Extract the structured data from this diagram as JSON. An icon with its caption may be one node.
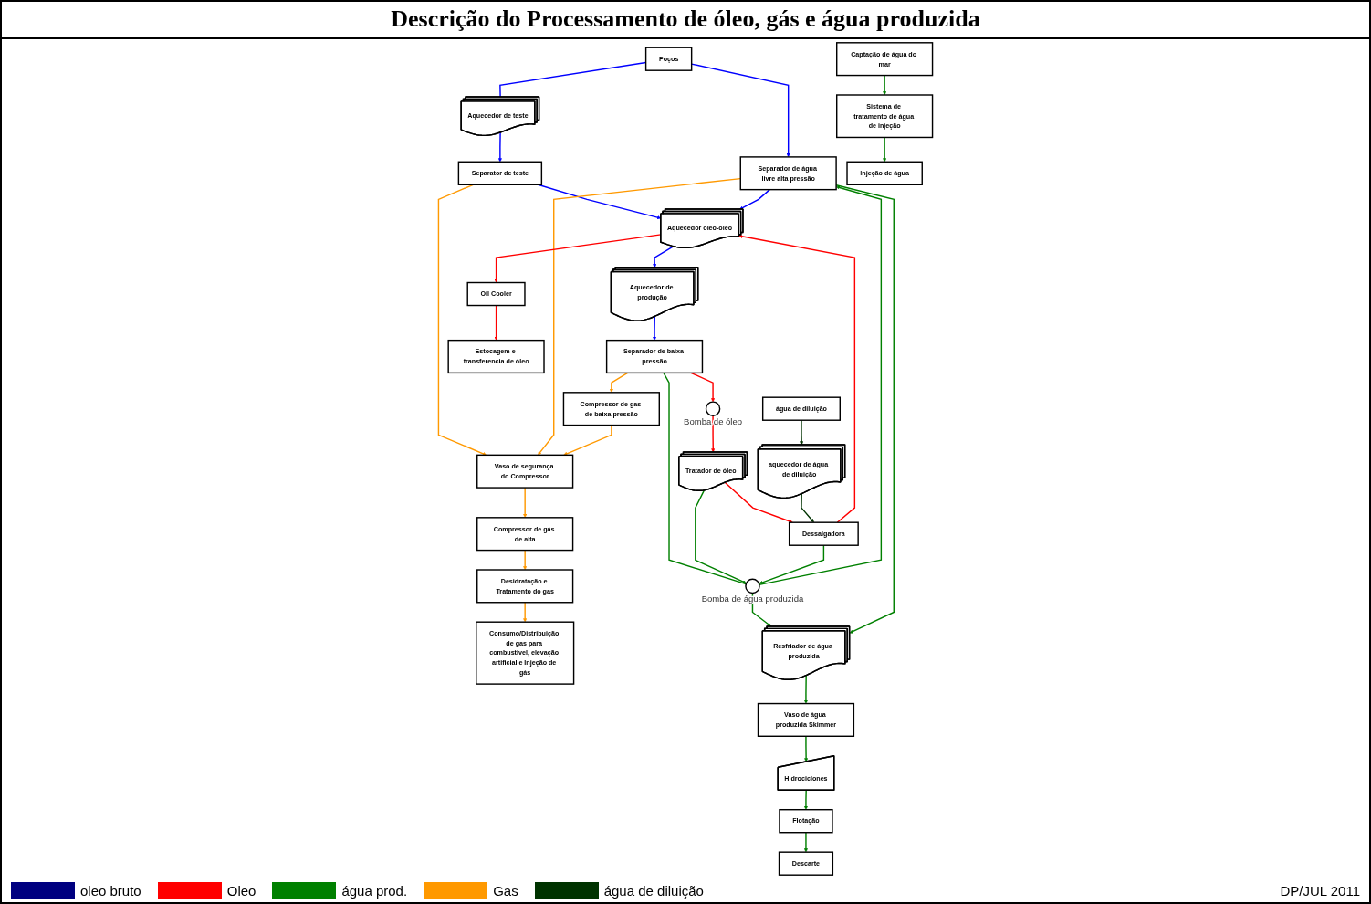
{
  "diagram": {
    "title": "Descrição do Processamento de óleo, gás e água produzida",
    "nodes": [
      {
        "text": [
          "Separator de teste"
        ]
      },
      {
        "text": [
          "Aquecedor de teste"
        ]
      },
      {
        "text": [
          "Poços"
        ]
      },
      {
        "text": [
          "Separador de água livre alta pressão"
        ]
      },
      {
        "text": [
          "Aquecedor óleo-óleo"
        ]
      },
      {
        "text": [
          "Aquecedor de produção"
        ]
      },
      {
        "text": [
          "Separador de baixa pressão"
        ]
      },
      {
        "text": [
          "Vaso de segurança do Compressor"
        ]
      },
      {
        "text": [
          "Compressor de gás de alta"
        ]
      },
      {
        "text": [
          "Desidratação e Tratamento do gas"
        ]
      },
      {
        "text": [
          "Compressor de gas de baixa pressão"
        ]
      },
      {
        "text": [
          "Consumo/Distribuição de gas para combustivel, elevação artificial e Injeção de gás"
        ]
      },
      {
        "text": [],
        "shape": "circle",
        "beside": [
          "Bomba de água produzida"
        ]
      },
      {
        "text": [],
        "shape": "circle",
        "beside": [
          "Bomba de óleo"
        ]
      },
      {
        "text": [
          "água de diluição"
        ]
      },
      {
        "text": [
          "aquecedor de água de diluição"
        ]
      },
      {
        "text": [
          "Resfriador de água produzida"
        ]
      },
      {
        "text": [
          "Oil Cooler"
        ]
      },
      {
        "text": [
          "Estocagem e transferencia de óleo"
        ]
      },
      {
        "text": [
          "Tratador de óleo"
        ]
      },
      {
        "text": [
          "Dessalgadora"
        ]
      },
      {
        "text": [
          "Hidrociclones"
        ]
      },
      {
        "text": [
          "Vaso de água produzida Skimmer"
        ]
      },
      {
        "text": [
          "Flotação"
        ]
      },
      {
        "text": [
          "Descarte"
        ]
      },
      {
        "text": [
          "Captação de água do mar"
        ]
      },
      {
        "text": [
          "Sistema de tratamento de água de injeção"
        ]
      },
      {
        "text": [
          "Injeção de água"
        ]
      }
    ],
    "edges": [
      {
        "from": 2,
        "to": 3,
        "arrow": "to",
        "color": "#0000ff"
      },
      {
        "from": 2,
        "to": 1,
        "arrow": "none",
        "color": "#0000ff"
      },
      {
        "from": 1,
        "to": 0,
        "arrow": "to",
        "color": "#0000ff"
      },
      {
        "from": 0,
        "to": 4,
        "arrow": "to",
        "color": "#0000ff"
      },
      {
        "from": 3,
        "to": 4,
        "arrow": "to",
        "color": "#0000ff"
      },
      {
        "from": 4,
        "to": 5,
        "arrow": "to",
        "color": "#0000ff"
      },
      {
        "from": 5,
        "to": 6,
        "arrow": "to",
        "color": "#0000ff"
      },
      {
        "from": 0,
        "to": 7,
        "arrow": "to",
        "color": "#ff9900"
      },
      {
        "from": 3,
        "to": 7,
        "arrow": "to",
        "color": "#ff9900"
      },
      {
        "from": 6,
        "to": 10,
        "arrow": "to",
        "color": "#ff9900"
      },
      {
        "from": 10,
        "to": 7,
        "arrow": "to",
        "color": "#ff9900"
      },
      {
        "from": 7,
        "to": 8,
        "arrow": "to",
        "color": "#ff9900"
      },
      {
        "from": 8,
        "to": 9,
        "arrow": "to",
        "color": "#ff9900"
      },
      {
        "from": 9,
        "to": 11,
        "arrow": "to",
        "color": "#ff9900"
      },
      {
        "from": 4,
        "to": 17,
        "arrow": "to",
        "color": "#ff0000"
      },
      {
        "from": 17,
        "to": 18,
        "arrow": "to",
        "color": "#ff0000"
      },
      {
        "from": 6,
        "to": 13,
        "arrow": "to",
        "color": "#ff0000"
      },
      {
        "from": 13,
        "to": 19,
        "arrow": "to",
        "color": "#ff0000"
      },
      {
        "from": 19,
        "to": 20,
        "arrow": "to",
        "color": "#ff0000"
      },
      {
        "from": 20,
        "to": 4,
        "arrow": "to",
        "color": "#ff0000"
      },
      {
        "from": 6,
        "to": 12,
        "arrow": "none",
        "color": "#008000"
      },
      {
        "from": 19,
        "to": 12,
        "arrow": "to",
        "color": "#008000"
      },
      {
        "from": 20,
        "to": 12,
        "arrow": "to",
        "color": "#008000"
      },
      {
        "from": 12,
        "to": 3,
        "arrow": "to",
        "color": "#008000"
      },
      {
        "from": 12,
        "to": 16,
        "arrow": "to",
        "color": "#008000"
      },
      {
        "from": 3,
        "to": 16,
        "arrow": "to",
        "color": "#008000"
      },
      {
        "from": 14,
        "to": 15,
        "arrow": "to",
        "color": "#003300"
      },
      {
        "from": 15,
        "to": 20,
        "arrow": "to",
        "color": "#003300"
      },
      {
        "from": 16,
        "to": 22,
        "arrow": "to",
        "color": "#008000"
      },
      {
        "from": 22,
        "to": 21,
        "arrow": "to",
        "color": "#008000"
      },
      {
        "from": 21,
        "to": 23,
        "arrow": "to",
        "color": "#008000"
      },
      {
        "from": 23,
        "to": 24,
        "arrow": "to",
        "color": "#008000"
      },
      {
        "from": 25,
        "to": 26,
        "arrow": "to",
        "color": "#008000"
      },
      {
        "from": 26,
        "to": 27,
        "arrow": "to",
        "color": "#008000"
      }
    ],
    "labels": [
      "DP/JUL 2011"
    ],
    "legend": [
      {
        "text": "oleo bruto",
        "color": "#000080"
      },
      {
        "text": "Oleo",
        "color": "#ff0000"
      },
      {
        "text": "água prod.",
        "color": "#008000"
      },
      {
        "text": "Gas",
        "color": "#ff9900"
      },
      {
        "text": "água de diluição",
        "color": "#003300"
      }
    ]
  }
}
